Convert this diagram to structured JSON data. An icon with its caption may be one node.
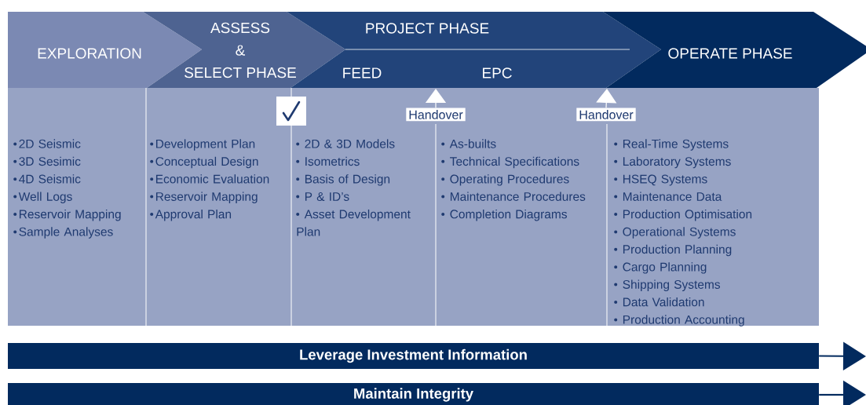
{
  "diagram": {
    "nodes": [
      {
        "text": [
          "EXPLORATION"
        ]
      },
      {
        "text": [
          "ASSESS & SELECT PHASE"
        ]
      },
      {
        "text": [
          "PROJECT PHASE",
          "FEED",
          "EPC"
        ]
      },
      {
        "text": [
          "OPERATE PHASE"
        ]
      },
      {
        "text": [
          "2D Seismic",
          "3D Sesimic",
          "4D Seismic",
          "Well Logs",
          "Reservoir Mapping",
          "Sample Analyses"
        ]
      },
      {
        "text": [
          "Development Plan",
          "Conceptual Design",
          "Economic Evaluation",
          "Reservoir Mapping",
          "Approval Plan"
        ]
      },
      {
        "text": [
          "2D & 3D Models",
          "Isometrics",
          "Basis of Design",
          "P & ID’s",
          "Asset Development Plan"
        ]
      },
      {
        "text": [
          "As-builts",
          "Technical Specifications",
          "Operating Procedures",
          "Maintenance Procedures",
          "Completion Diagrams"
        ]
      },
      {
        "text": [
          "Real-Time Systems",
          "Laboratory Systems",
          "HSEQ Systems",
          "Maintenance Data",
          "Production Optimisation",
          "Operational Systems",
          "Production Planning",
          "Cargo Planning",
          "Shipping Systems",
          "Data Validation",
          "Production Accounting"
        ]
      },
      {
        "text": [
          "Handover"
        ]
      },
      {
        "text": [
          "Handover"
        ]
      },
      {
        "text": [
          "Leverage Investment Information"
        ]
      },
      {
        "text": [
          "Maintain Integrity"
        ]
      }
    ],
    "edges": [
      {
        "from": 9,
        "to": 2,
        "arrow": "to"
      },
      {
        "from": 10,
        "to": 3,
        "arrow": "to"
      },
      {
        "from": 11,
        "to": null,
        "arrow": "to",
        "color": "#022a5e"
      },
      {
        "from": 12,
        "to": null,
        "arrow": "to",
        "color": "#022a5e"
      }
    ]
  }
}
